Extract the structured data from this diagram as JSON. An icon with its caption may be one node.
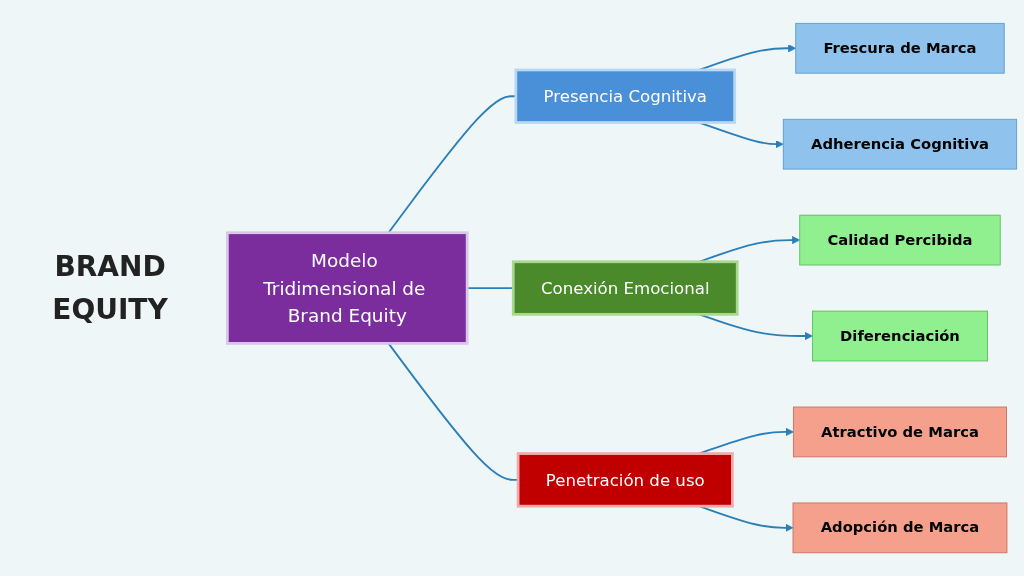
{
  "diagram": {
    "nodes": [
      {
        "text": [
          "Modelo Tridimensional de Brand Equity"
        ]
      },
      {
        "text": [
          "Presencia Cognitiva"
        ]
      },
      {
        "text": [
          "Conexión Emocional"
        ]
      },
      {
        "text": [
          "Penetración de uso"
        ]
      },
      {
        "text": [
          "Frescura de Marca"
        ]
      },
      {
        "text": [
          "Adherencia Cognitiva"
        ]
      },
      {
        "text": [
          "Calidad Percibida"
        ]
      },
      {
        "text": [
          "Diferenciación"
        ]
      },
      {
        "text": [
          "Atractivo de Marca"
        ]
      },
      {
        "text": [
          "Adopción de Marca"
        ]
      }
    ],
    "edges": [
      {
        "from": 0,
        "to": 1,
        "arrow": "none"
      },
      {
        "from": 0,
        "to": 2,
        "arrow": "none"
      },
      {
        "from": 0,
        "to": 3,
        "arrow": "none"
      },
      {
        "from": 1,
        "to": 4,
        "arrow": "to"
      },
      {
        "from": 1,
        "to": 5,
        "arrow": "to"
      },
      {
        "from": 2,
        "to": 6,
        "arrow": "to"
      },
      {
        "from": 2,
        "to": 7,
        "arrow": "to"
      },
      {
        "from": 3,
        "to": 8,
        "arrow": "to"
      },
      {
        "from": 3,
        "to": 9,
        "arrow": "to"
      }
    ],
    "labels": [
      "BRAND",
      "EQUITY"
    ]
  }
}
